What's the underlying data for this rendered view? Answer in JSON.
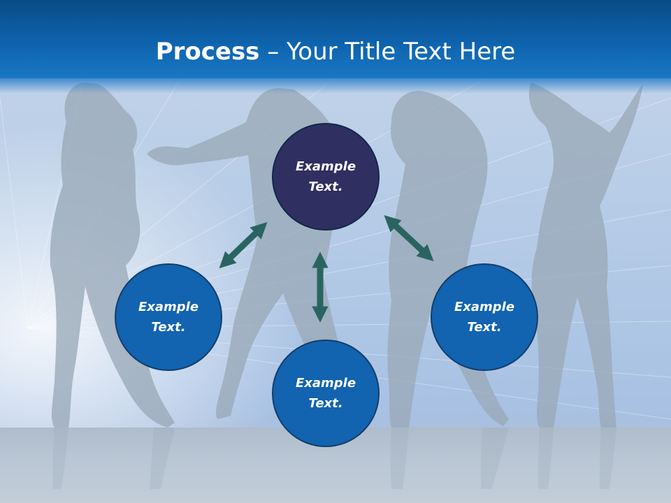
{
  "slide": {
    "title_bold": "Process",
    "title_rest": " – Your Title Text Here"
  },
  "nodes": {
    "top": {
      "line1": "Example",
      "line2": "Text."
    },
    "left": {
      "line1": "Example",
      "line2": "Text."
    },
    "bottom": {
      "line1": "Example",
      "line2": "Text."
    },
    "right": {
      "line1": "Example",
      "line2": "Text."
    }
  },
  "colors": {
    "header": "#0e63ad",
    "top_node": "#302f61",
    "blue_node": "#1263b0",
    "arrow": "#2a6460"
  }
}
